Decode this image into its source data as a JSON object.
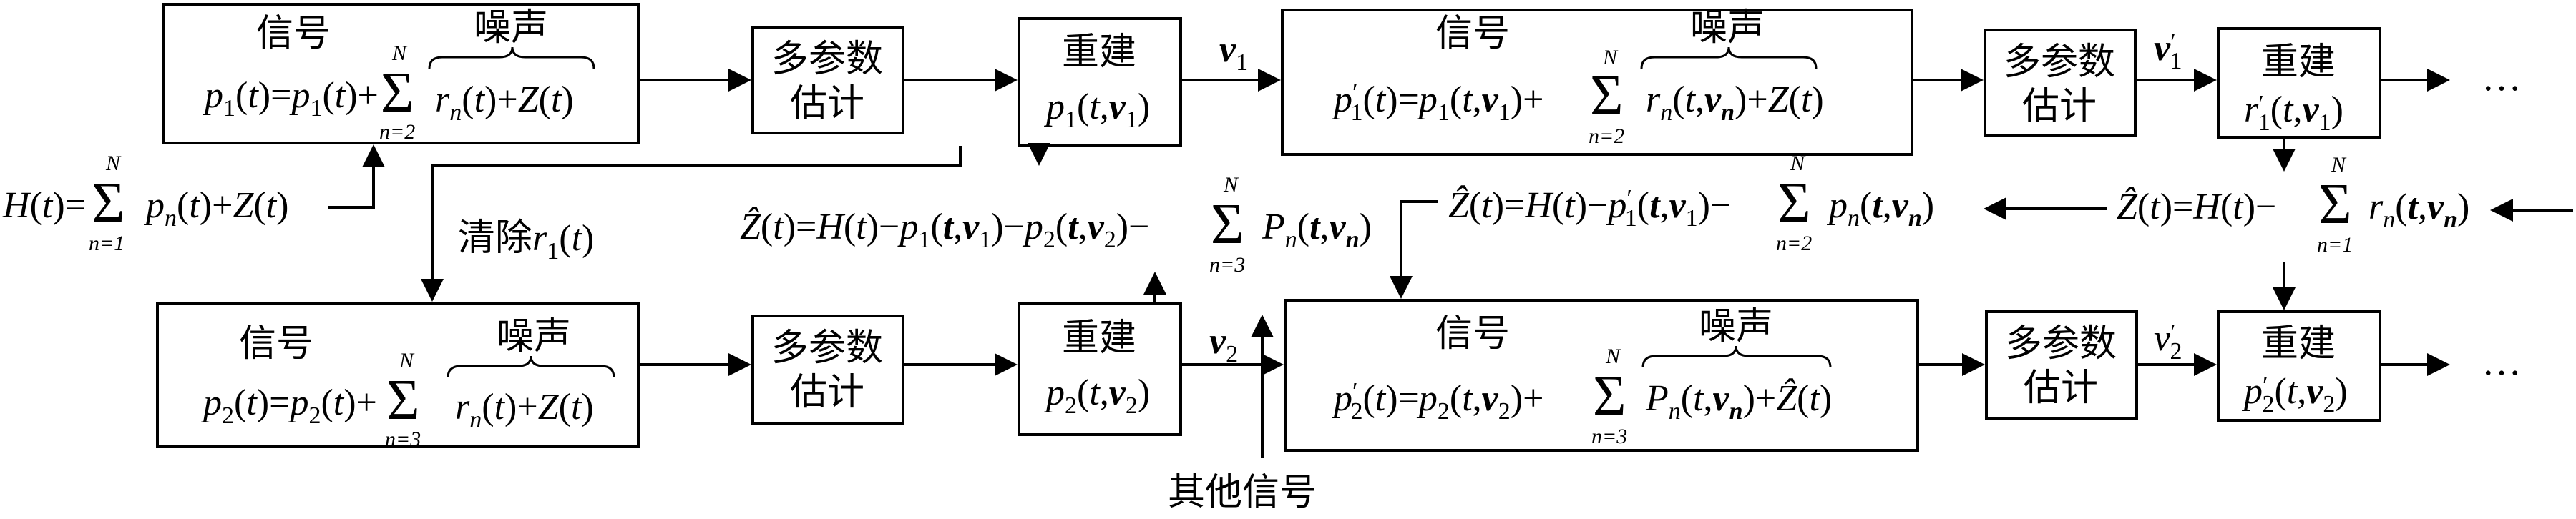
{
  "labels": {
    "signal": "信号",
    "noise": "噪声",
    "estimate_line1": "多参数",
    "estimate_line2": "估计",
    "rebuild": "重建",
    "clear_r1": "清除",
    "other_signals": "其他信号",
    "ellipsis": "…"
  },
  "math": {
    "sum_upper": "N",
    "n_eq_1": "n=1",
    "n_eq_2": "n=2",
    "n_eq_3": "n=3"
  },
  "colors": {
    "stroke": "#000000",
    "background": "#ffffff"
  }
}
